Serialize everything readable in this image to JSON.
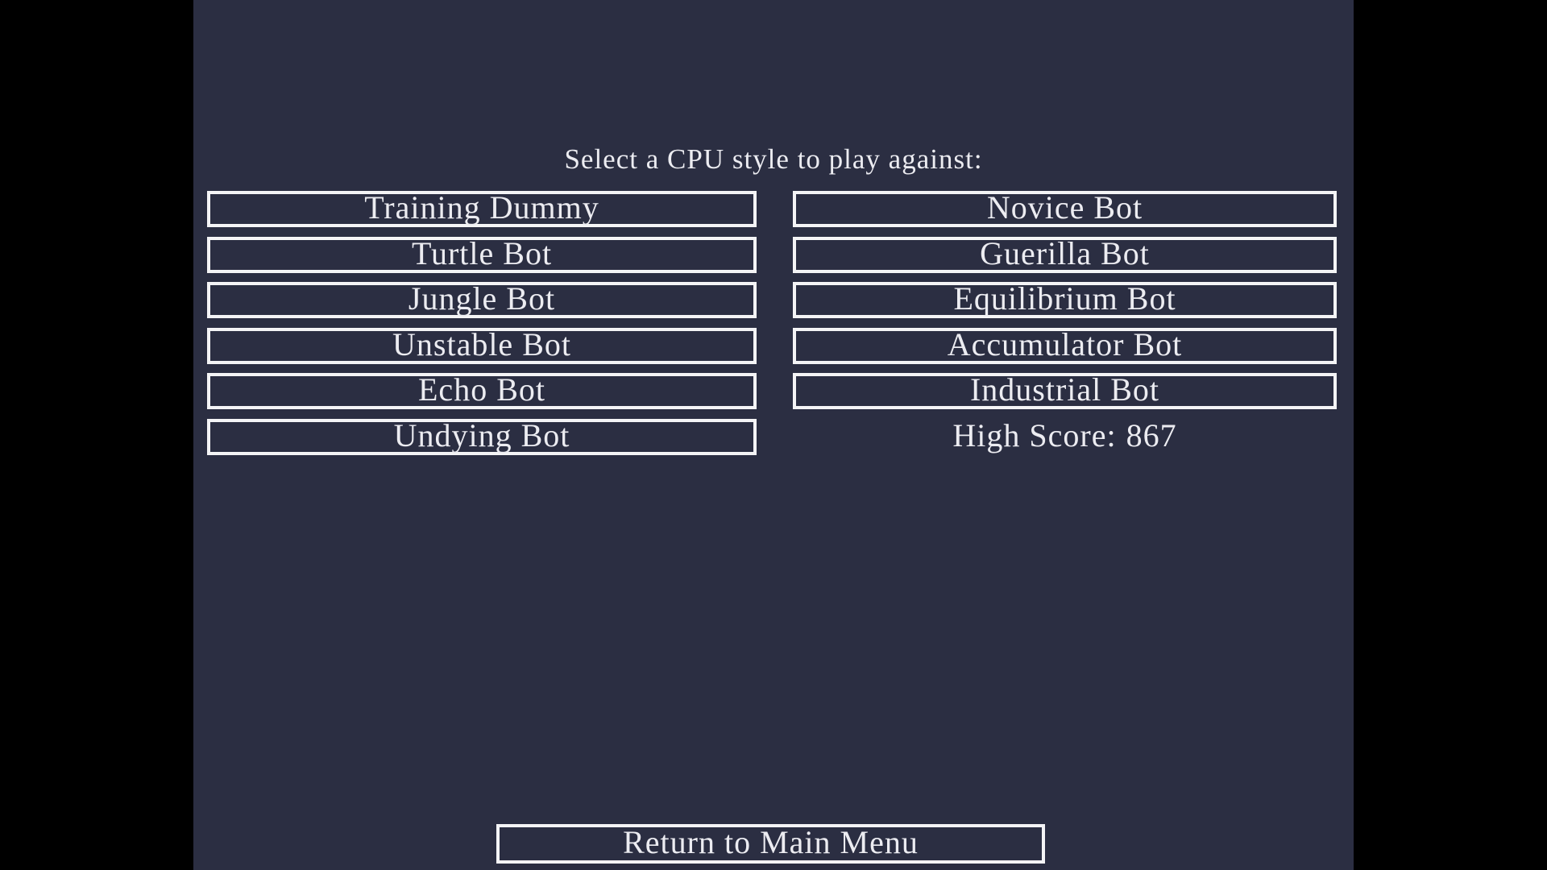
{
  "title": "Select a CPU style to play against:",
  "colors": {
    "background": "#2b2e42",
    "letterbox": "#000000",
    "accent": "#f4f4f6",
    "text": "#ececf1"
  },
  "cpu_buttons": {
    "left": [
      {
        "label": "Training Dummy"
      },
      {
        "label": "Turtle Bot"
      },
      {
        "label": "Jungle Bot"
      },
      {
        "label": "Unstable Bot"
      },
      {
        "label": "Echo Bot"
      },
      {
        "label": "Undying Bot"
      }
    ],
    "right": [
      {
        "label": "Novice Bot"
      },
      {
        "label": "Guerilla Bot"
      },
      {
        "label": "Equilibrium Bot"
      },
      {
        "label": "Accumulator Bot"
      },
      {
        "label": "Industrial Bot"
      }
    ]
  },
  "high_score": {
    "label": "High Score:",
    "value": "867"
  },
  "footer": {
    "return_label": "Return to Main Menu"
  }
}
